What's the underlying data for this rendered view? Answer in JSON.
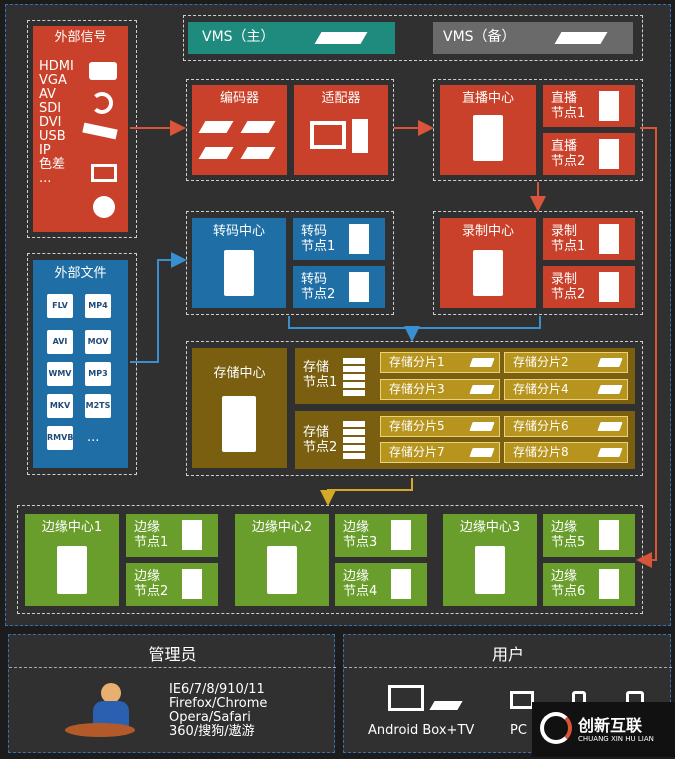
{
  "vms": {
    "main": "VMS（主）",
    "backup": "VMS（备）"
  },
  "external_signal": {
    "title": "外部信号",
    "items": [
      "HDMI",
      "VGA",
      "AV",
      "SDI",
      "DVI",
      "USB",
      "IP",
      "色差",
      "..."
    ]
  },
  "external_files": {
    "title": "外部文件",
    "formats": [
      "FLV",
      "MP4",
      "AVI",
      "MOV",
      "WMV",
      "MP3",
      "MKV",
      "M2TS",
      "RMVB",
      "..."
    ]
  },
  "encoder": {
    "title": "编码器"
  },
  "adapter": {
    "title": "适配器"
  },
  "live": {
    "center": "直播中心",
    "node1": "直播\n节点1",
    "node2": "直播\n节点2"
  },
  "transcode": {
    "center": "转码中心",
    "node1": "转码\n节点1",
    "node2": "转码\n节点2"
  },
  "record": {
    "center": "录制中心",
    "node1": "录制\n节点1",
    "node2": "录制\n节点2"
  },
  "storage": {
    "center": "存储中心",
    "node1": "存储\n节点1",
    "node2": "存储\n节点2",
    "shards": [
      "存储分片1",
      "存储分片2",
      "存储分片3",
      "存储分片4",
      "存储分片5",
      "存储分片6",
      "存储分片7",
      "存储分片8"
    ]
  },
  "edge": {
    "centers": [
      "边缘中心1",
      "边缘中心2",
      "边缘中心3"
    ],
    "nodes": [
      "边缘\n节点1",
      "边缘\n节点2",
      "边缘\n节点3",
      "边缘\n节点4",
      "边缘\n节点5",
      "边缘\n节点6"
    ]
  },
  "admin": {
    "title": "管理员",
    "browsers": [
      "IE6/7/8/910/11",
      "Firefox/Chrome",
      "Opera/Safari",
      "360/搜狗/遨游"
    ]
  },
  "user": {
    "title": "用户",
    "devices": [
      "Android Box+TV",
      "PC"
    ]
  },
  "watermark": {
    "brand": "创新互联",
    "sub": "CHUANG XIN HU LIAN"
  },
  "colors": {
    "red": "#c9412a",
    "blue": "#1f6fa6",
    "olive": "#7a5f10",
    "gold": "#b7941e",
    "green": "#6a9e2c",
    "teal": "#1f8a7e",
    "arrow_red": "#d9553a",
    "arrow_blue": "#3a8fd0",
    "arrow_gold": "#d6a827"
  }
}
